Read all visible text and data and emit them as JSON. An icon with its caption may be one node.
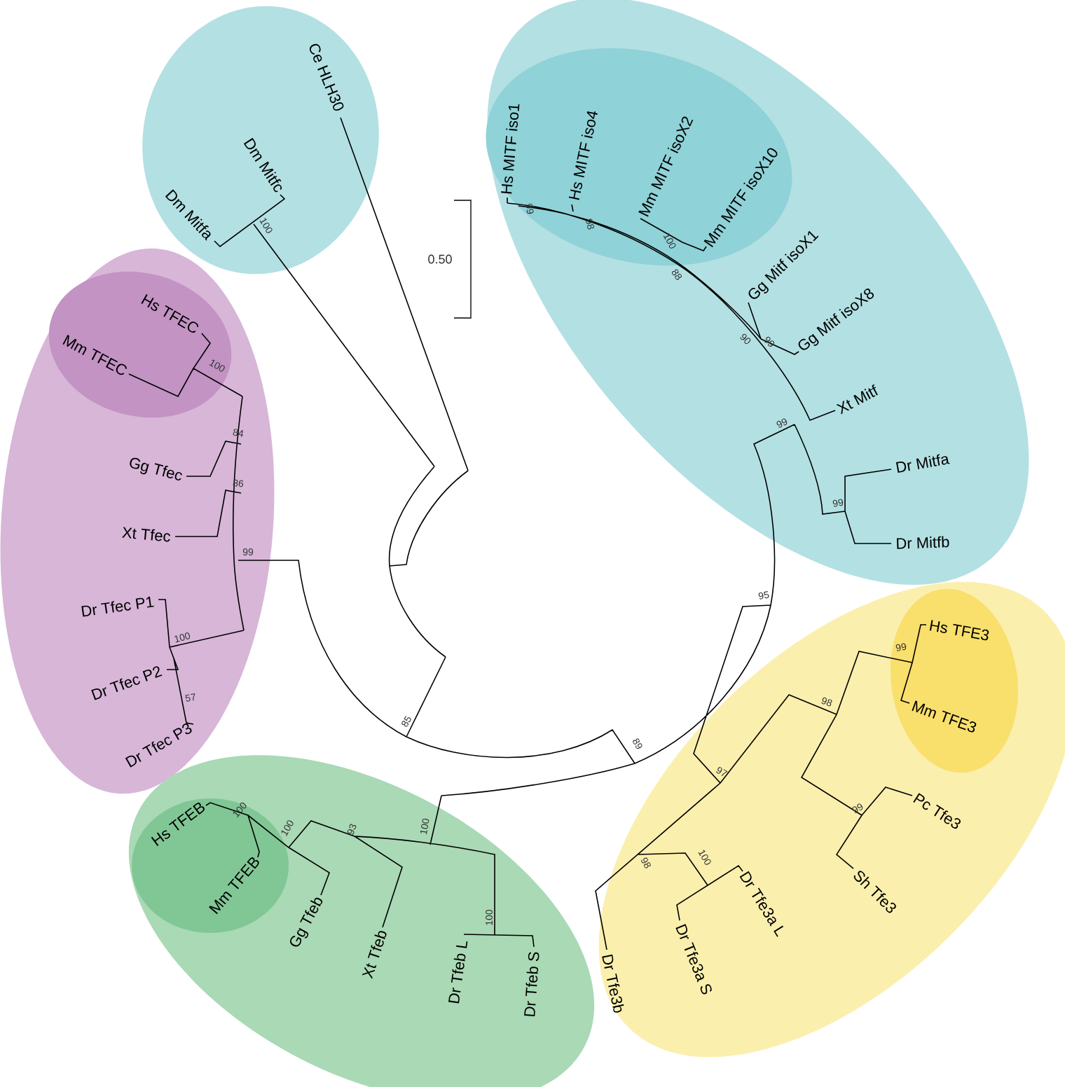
{
  "diagram": {
    "nodes": [
      {
        "text": [],
        "shape": "ellipse"
      },
      {
        "text": [
          "Ce HLH30"
        ],
        "in": 0
      },
      {
        "text": [
          "Dm Mitfc"
        ],
        "in": 0
      },
      {
        "text": [
          "Dm Mitfa"
        ],
        "in": 0
      },
      {
        "text": [],
        "shape": "ellipse"
      },
      {
        "text": [],
        "shape": "ellipse",
        "in": 4
      },
      {
        "text": [
          "Hs MITF iso1"
        ],
        "in": 5
      },
      {
        "text": [
          "Hs MITF iso4"
        ],
        "in": 5
      },
      {
        "text": [
          "Mm MITF isoX2"
        ],
        "in": 5
      },
      {
        "text": [
          "Mm MITF isoX10"
        ],
        "in": 5
      },
      {
        "text": [
          "Gg Mitf isoX1"
        ],
        "in": 4
      },
      {
        "text": [
          "Gg Mitf isoX8"
        ],
        "in": 4
      },
      {
        "text": [
          "Xt Mitf"
        ],
        "in": 4
      },
      {
        "text": [
          "Dr Mitfa"
        ],
        "in": 4
      },
      {
        "text": [
          "Dr Mitfb"
        ],
        "in": 4
      },
      {
        "text": [],
        "shape": "ellipse"
      },
      {
        "text": [],
        "shape": "ellipse",
        "in": 15
      },
      {
        "text": [
          "Hs TFEC"
        ],
        "in": 16
      },
      {
        "text": [
          "Mm TFEC"
        ],
        "in": 16
      },
      {
        "text": [
          "Gg Tfec"
        ],
        "in": 15
      },
      {
        "text": [
          "Xt Tfec"
        ],
        "in": 15
      },
      {
        "text": [
          "Dr Tfec P1"
        ],
        "in": 15
      },
      {
        "text": [
          "Dr Tfec P2"
        ],
        "in": 15
      },
      {
        "text": [
          "Dr Tfec P3"
        ],
        "in": 15
      },
      {
        "text": [],
        "shape": "ellipse"
      },
      {
        "text": [],
        "shape": "ellipse",
        "in": 24
      },
      {
        "text": [
          "Hs TFE3"
        ],
        "in": 25
      },
      {
        "text": [
          "Mm TFE3"
        ],
        "in": 25
      },
      {
        "text": [
          "Pc Tfe3"
        ],
        "in": 24
      },
      {
        "text": [
          "Sh Tfe3"
        ],
        "in": 24
      },
      {
        "text": [
          "Dr Tfe3a L"
        ],
        "in": 24
      },
      {
        "text": [
          "Dr Tfe3a S"
        ],
        "in": 24
      },
      {
        "text": [
          "Dr Tfe3b"
        ],
        "in": 24
      },
      {
        "text": [],
        "shape": "ellipse"
      },
      {
        "text": [],
        "shape": "ellipse",
        "in": 33
      },
      {
        "text": [
          "Hs TFEB"
        ],
        "in": 34
      },
      {
        "text": [
          "Mm TFEB"
        ],
        "in": 34
      },
      {
        "text": [
          "Gg Tfeb"
        ],
        "in": 33
      },
      {
        "text": [
          "Xt Tfeb"
        ],
        "in": 33
      },
      {
        "text": [
          "Dr Tfeb L"
        ],
        "in": 33
      },
      {
        "text": [
          "Dr Tfeb S"
        ],
        "in": 33
      }
    ],
    "labels": [
      "100",
      "0.50",
      "99",
      "98",
      "100",
      "88",
      "100",
      "90",
      "99",
      "84",
      "86",
      "99",
      "99",
      "99",
      "100",
      "95",
      "99",
      "57",
      "98",
      "85",
      "89",
      "97",
      "99",
      "100",
      "100",
      "93",
      "100",
      "98",
      "100",
      "100"
    ]
  }
}
